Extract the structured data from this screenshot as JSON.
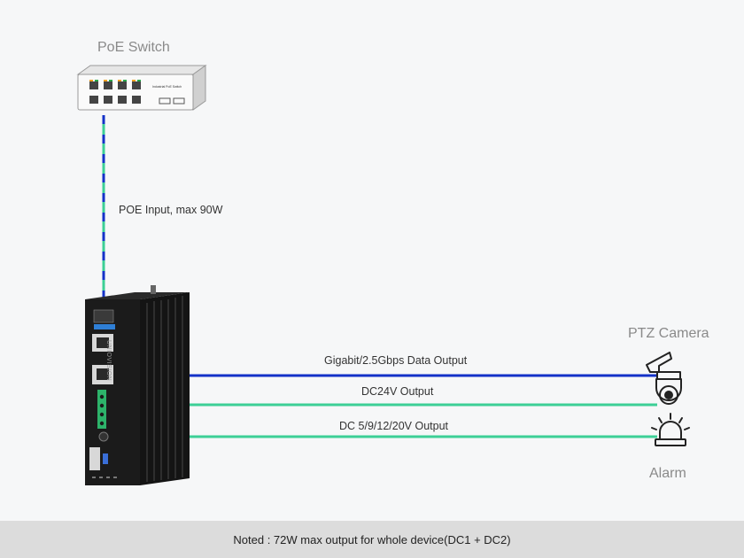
{
  "devices": {
    "poe_switch": {
      "label": "PoE Switch",
      "panel_text": "Industrial PoE Switch"
    },
    "ptz_camera": {
      "label": "PTZ Camera"
    },
    "alarm": {
      "label": "Alarm"
    },
    "converter": {
      "brand": "UNIOVISION"
    }
  },
  "connections": {
    "poe_input": "POE Input, max 90W",
    "data_output": "Gigabit/2.5Gbps Data Output",
    "dc24v_output": "DC24V Output",
    "dc_multi_output": "DC 5/9/12/20V Output"
  },
  "colors": {
    "data_line": "#1432c8",
    "power_line": "#3ccf96",
    "device_body": "#1b1b1b",
    "footer_bg": "#dcdcdc"
  },
  "icons": [
    "poe-switch-icon",
    "converter-device-icon",
    "ptz-camera-icon",
    "alarm-light-icon"
  ],
  "footer": {
    "note": "Noted : 72W max output for whole device(DC1 + DC2)"
  }
}
